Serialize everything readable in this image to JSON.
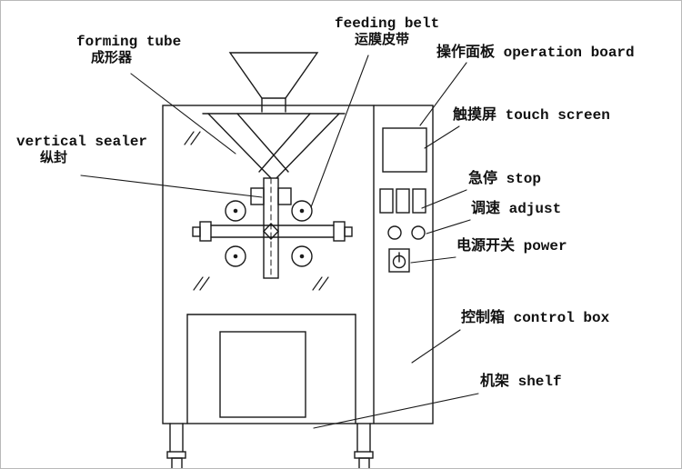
{
  "diagram": {
    "title": "vertical packing machine annotated diagram",
    "labels": {
      "forming_tube_en": "forming tube",
      "forming_tube_zh": "成形器",
      "feeding_belt_en": "feeding belt",
      "feeding_belt_zh": "运膜皮带",
      "operation_board": "操作面板 operation board",
      "touch_screen": "触摸屏 touch screen",
      "vertical_sealer_en": "vertical sealer",
      "vertical_sealer_zh": "纵封",
      "stop": "急停 stop",
      "adjust": "调速 adjust",
      "power": "电源开关 power",
      "control_box": "控制箱 control box",
      "shelf": "机架 shelf"
    },
    "colors": {
      "line": "#1a1a1a",
      "background": "#ffffff"
    }
  }
}
